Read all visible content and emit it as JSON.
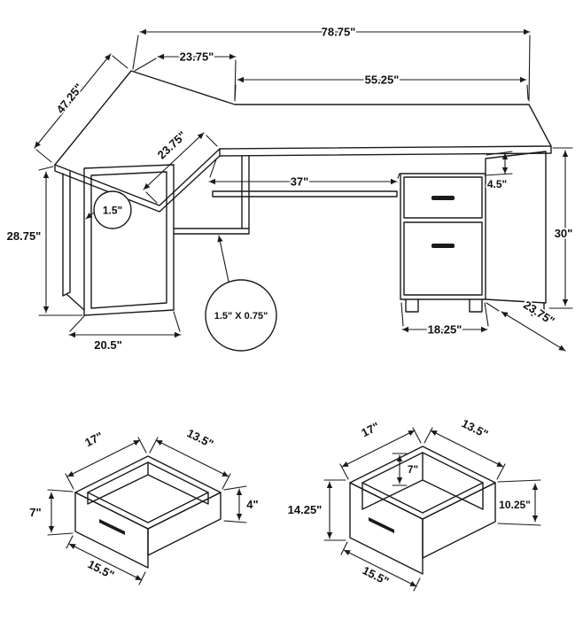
{
  "figure": {
    "colors": {
      "line": "#1a1a1a",
      "background": "#ffffff",
      "handle": "#1a1a1a"
    },
    "desk": {
      "dims": {
        "total_width": "78.75\"",
        "return_width": "23.75\"",
        "main_width": "55.25\"",
        "return_depth": "47.25\"",
        "desk_depth": "23.75\"",
        "knee_space": "37\"",
        "drawer_offset": "4.5\"",
        "right_height": "30\"",
        "left_height": "28.75\"",
        "leg_tube": "1.5\"",
        "frame_tube": "1.5\" X 0.75\"",
        "leg_base_width": "20.5\"",
        "cabinet_width": "18.25\"",
        "cabinet_depth": "23.75\""
      }
    },
    "drawer_small": {
      "depth": "17\"",
      "width": "13.5\"",
      "front_height": "7\"",
      "side_height": "4\"",
      "bottom_width": "15.5\""
    },
    "drawer_file": {
      "depth": "17\"",
      "width": "13.5\"",
      "inner_depth": "7\"",
      "front_height": "14.25\"",
      "side_height": "10.25\"",
      "bottom_width": "15.5\""
    }
  }
}
